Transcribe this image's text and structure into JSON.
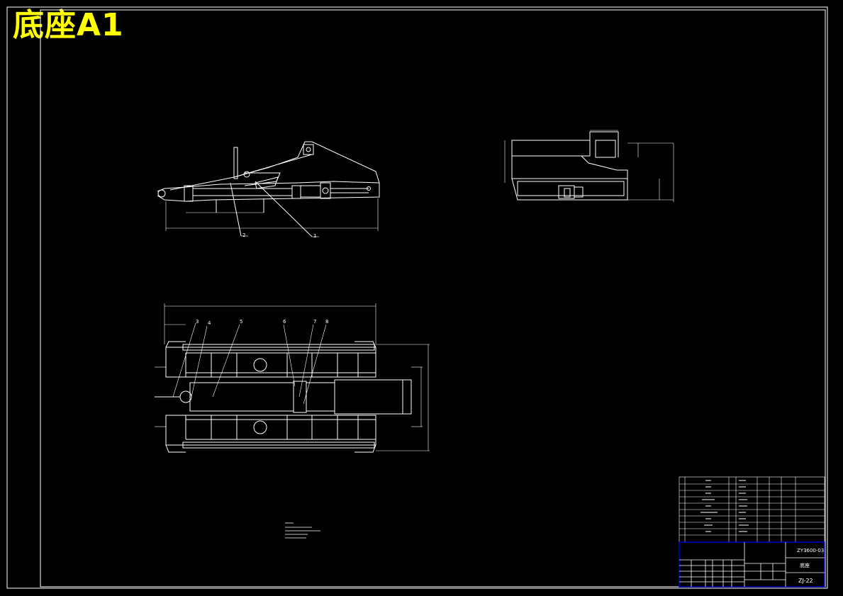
{
  "sheet_title": "底座A1",
  "part_balloons": [
    "1",
    "2",
    "3",
    "4",
    "5",
    "6",
    "7",
    "8"
  ],
  "title_block": {
    "drawing_code": "ZY3600-03",
    "part_name": "底座",
    "drawing_number": "ZJ-22"
  },
  "colors": {
    "background": "#000000",
    "lines": "#ffffff",
    "title": "#ffff00",
    "title_block_frame": "#0000ff"
  }
}
